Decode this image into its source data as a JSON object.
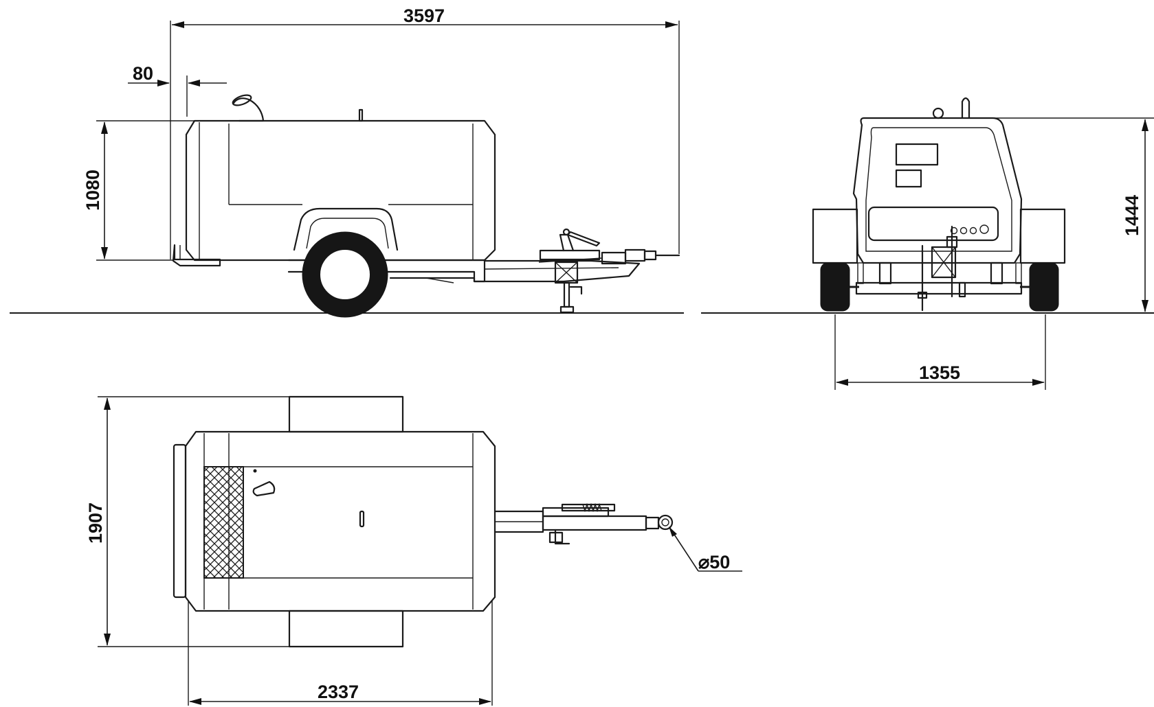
{
  "dimensions": {
    "overall_length": "3597",
    "rear_offset": "80",
    "body_height": "1080",
    "overall_height": "1444",
    "track_width": "1355",
    "overall_width": "1907",
    "body_length": "2337",
    "eye_diameter": "⌀50"
  },
  "colors": {
    "ink": "#1a1a1a",
    "background": "#ffffff"
  }
}
